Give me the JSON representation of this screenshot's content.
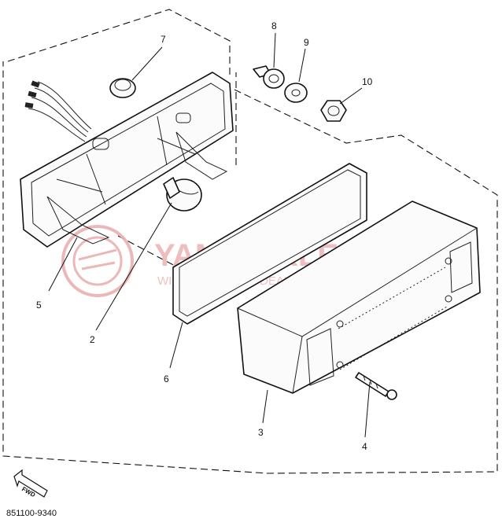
{
  "diagram": {
    "parts": [
      {
        "number": "7"
      },
      {
        "number": "8"
      },
      {
        "number": "9"
      },
      {
        "number": "10"
      },
      {
        "number": "5"
      },
      {
        "number": "2"
      },
      {
        "number": "6"
      },
      {
        "number": "3"
      },
      {
        "number": "4"
      }
    ],
    "figure_code": "851100-9340",
    "fwd_label": "FWD"
  },
  "watermark": {
    "title": "YAMA-SKLEP.PL",
    "subtitle": "WIDCIECHOWSKI DEALER YAMAHA"
  },
  "colors": {
    "line": "#111111",
    "watermark": "#e8a0a0"
  }
}
